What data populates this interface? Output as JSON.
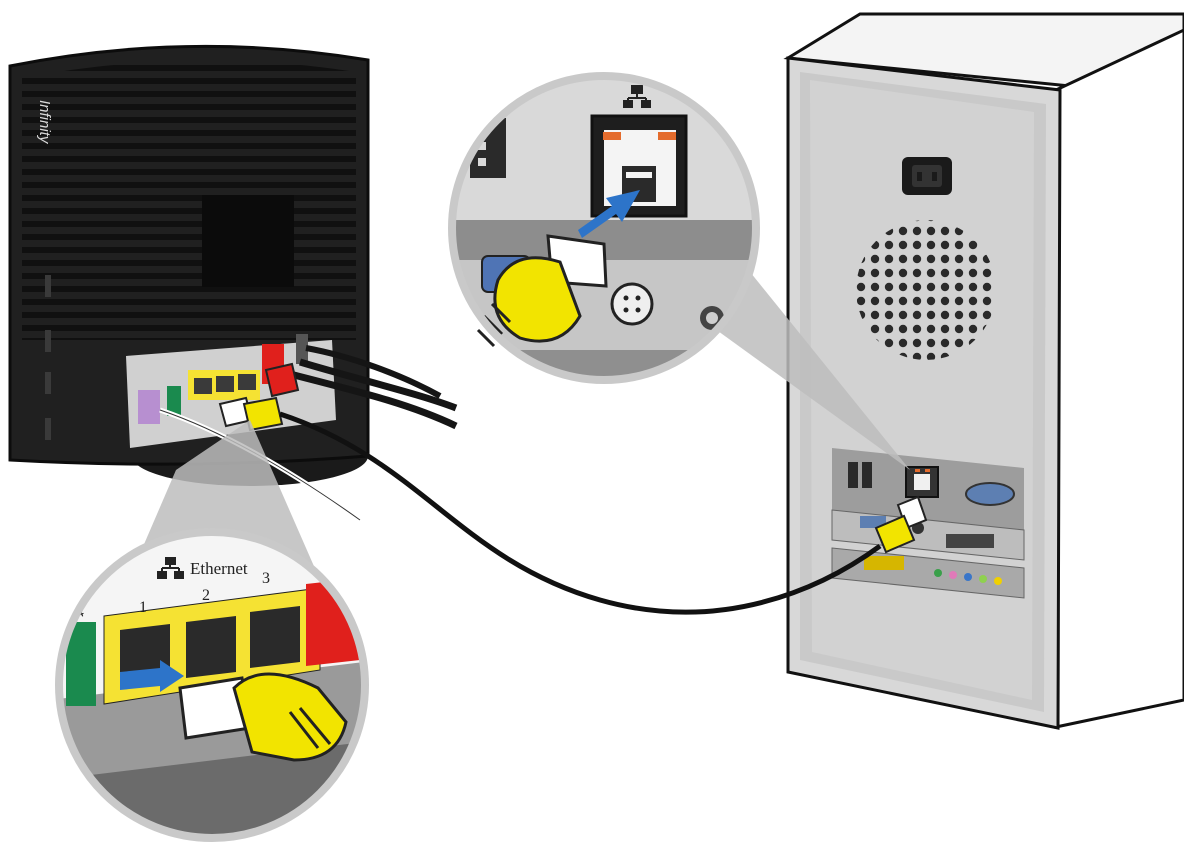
{
  "router": {
    "brand": "Infinity",
    "ports_label": "Ethernet",
    "port_numbers": [
      "1",
      "2",
      "3"
    ],
    "side_port_number": "4"
  },
  "colors": {
    "ethernet_cable": "#f2e400",
    "ethernet_ports": "#f5e233",
    "wan_port": "#e0201c",
    "phone_port": "#1a8a4e",
    "power_port": "#b78fd0",
    "arrow": "#2d74c9",
    "port_led": "#e46b2c",
    "router_body": "#202020",
    "computer_case": "#d6d6d6"
  },
  "icons": [
    "network-icon",
    "ethernet-port-icon",
    "arrow-icon"
  ]
}
